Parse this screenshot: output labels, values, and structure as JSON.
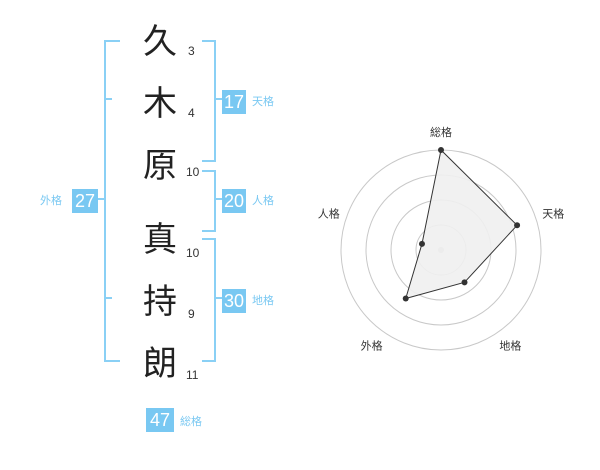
{
  "name": {
    "chars": [
      {
        "char": "久",
        "strokes": "3"
      },
      {
        "char": "木",
        "strokes": "4"
      },
      {
        "char": "原",
        "strokes": "10"
      },
      {
        "char": "真",
        "strokes": "10"
      },
      {
        "char": "持",
        "strokes": "9"
      },
      {
        "char": "朗",
        "strokes": "11"
      }
    ]
  },
  "kakusu": {
    "tenkaku": {
      "label": "天格",
      "value": "17"
    },
    "jinkaku": {
      "label": "人格",
      "value": "20"
    },
    "chikaku": {
      "label": "地格",
      "value": "30"
    },
    "gaikaku": {
      "label": "外格",
      "value": "27"
    },
    "soukaku": {
      "label": "総格",
      "value": "47"
    }
  },
  "colors": {
    "accent": "#79c8f2",
    "bracket": "#8ad0f5",
    "radar_fill": "#f0f0f0"
  },
  "chart_data": {
    "type": "radar",
    "axes": [
      "総格",
      "天格",
      "地格",
      "外格",
      "人格"
    ],
    "values": [
      5,
      4,
      2,
      3,
      1
    ],
    "max": 5,
    "grid_rings": 4
  }
}
